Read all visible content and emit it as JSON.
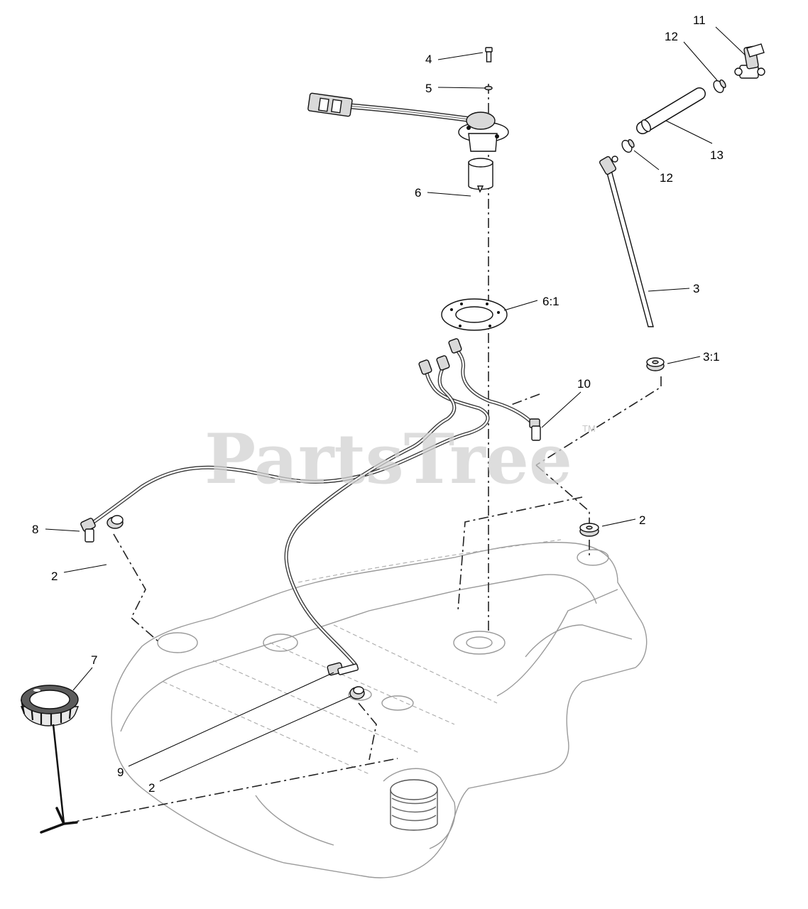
{
  "watermark": {
    "text": "PartsTree",
    "tm": "TM"
  },
  "callouts": [
    {
      "id": "c4",
      "text": "4"
    },
    {
      "id": "c5",
      "text": "5"
    },
    {
      "id": "c6",
      "text": "6"
    },
    {
      "id": "c61",
      "text": "6:1"
    },
    {
      "id": "c11",
      "text": "11"
    },
    {
      "id": "c12a",
      "text": "12"
    },
    {
      "id": "c12b",
      "text": "12"
    },
    {
      "id": "c13",
      "text": "13"
    },
    {
      "id": "c3",
      "text": "3"
    },
    {
      "id": "c31",
      "text": "3:1"
    },
    {
      "id": "c10",
      "text": "10"
    },
    {
      "id": "c8",
      "text": "8"
    },
    {
      "id": "c2a",
      "text": "2"
    },
    {
      "id": "c2b",
      "text": "2"
    },
    {
      "id": "c7",
      "text": "7"
    },
    {
      "id": "c9",
      "text": "9"
    },
    {
      "id": "c2c",
      "text": "2"
    }
  ]
}
